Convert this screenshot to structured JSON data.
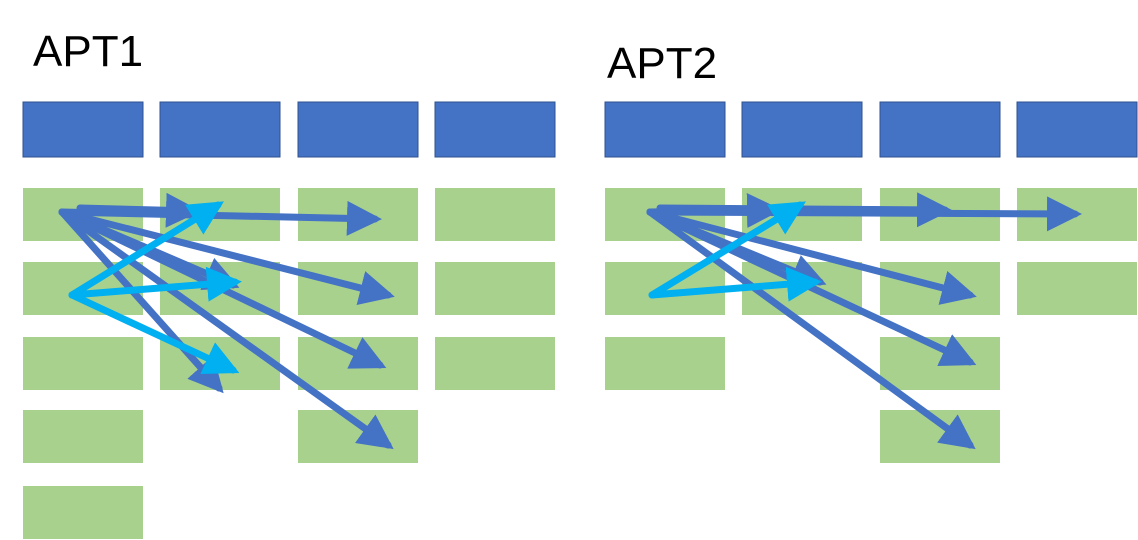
{
  "panels": [
    {
      "title": "APT1",
      "header_count": 4,
      "column_cell_counts": [
        5,
        3,
        4,
        3
      ]
    },
    {
      "title": "APT2",
      "header_count": 4,
      "column_cell_counts": [
        3,
        2,
        4,
        2
      ]
    }
  ],
  "colors": {
    "header": "#4472C4",
    "cell": "#A9D18E",
    "arrow_dark": "#4472C4",
    "arrow_light": "#00B0F0",
    "text": "#000000"
  }
}
